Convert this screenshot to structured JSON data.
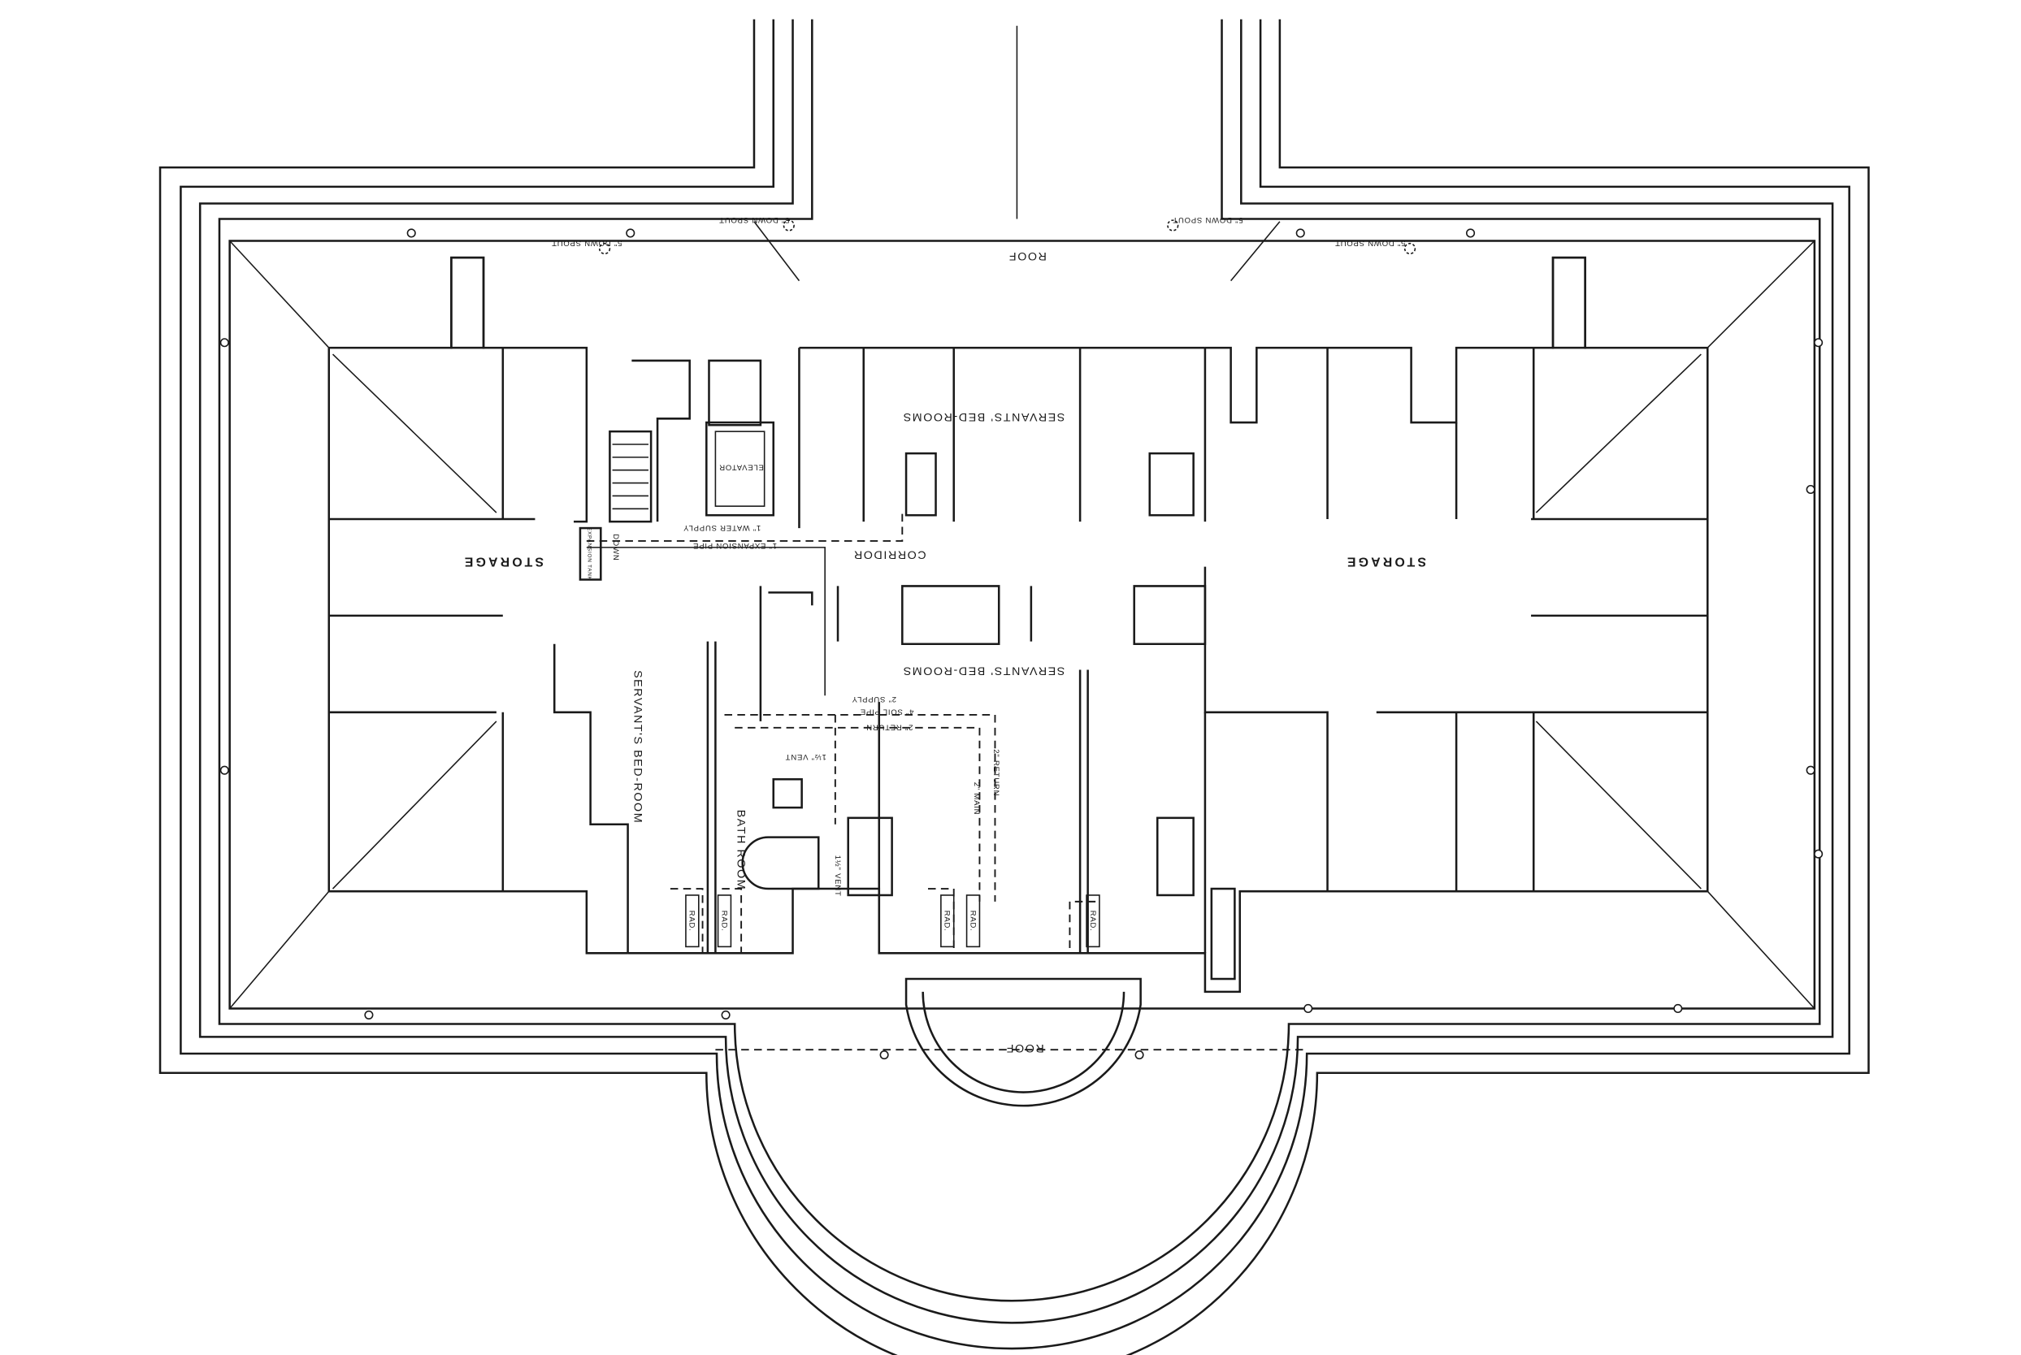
{
  "plan": {
    "roof_top": "ROOF",
    "roof_bottom": "ROOF",
    "down_spouts": [
      "5\" DOWN SPOUT",
      "5\" DOWN SPOUT",
      "5\" DOWN SPOUT",
      "5\" DOWN SPOUT"
    ],
    "storage_left": "STORAGE",
    "storage_right": "STORAGE",
    "elevator": "ELEVATOR",
    "corridor": "CORRIDOR",
    "servants_bedrooms_top": "SERVANTS' BED-ROOMS",
    "servants_bedrooms_bottom": "SERVANTS' BED-ROOMS",
    "servants_bedroom": "SERVANT'S BED-ROOM",
    "bath_room": "BATH ROOM",
    "water_supply": "1\" WATER SUPPLY",
    "expansion_pipe": "1\" EXPANSION PIPE",
    "expansion_tank": "EXPANSION TANK",
    "down": "DOWN",
    "supply_2": "2\" SUPPLY",
    "soil_pipe": "4\" SOIL PIPE",
    "return_2a": "2\" RETURN",
    "vent_a": "1½\" VENT",
    "vent_b": "1½\" VENT",
    "main_2": "2\" MAIN",
    "return_2b": "2\" RETURN",
    "rad_labels": [
      "RAD.",
      "RAD.",
      "RAD.",
      "RAD.",
      "RAD."
    ]
  }
}
